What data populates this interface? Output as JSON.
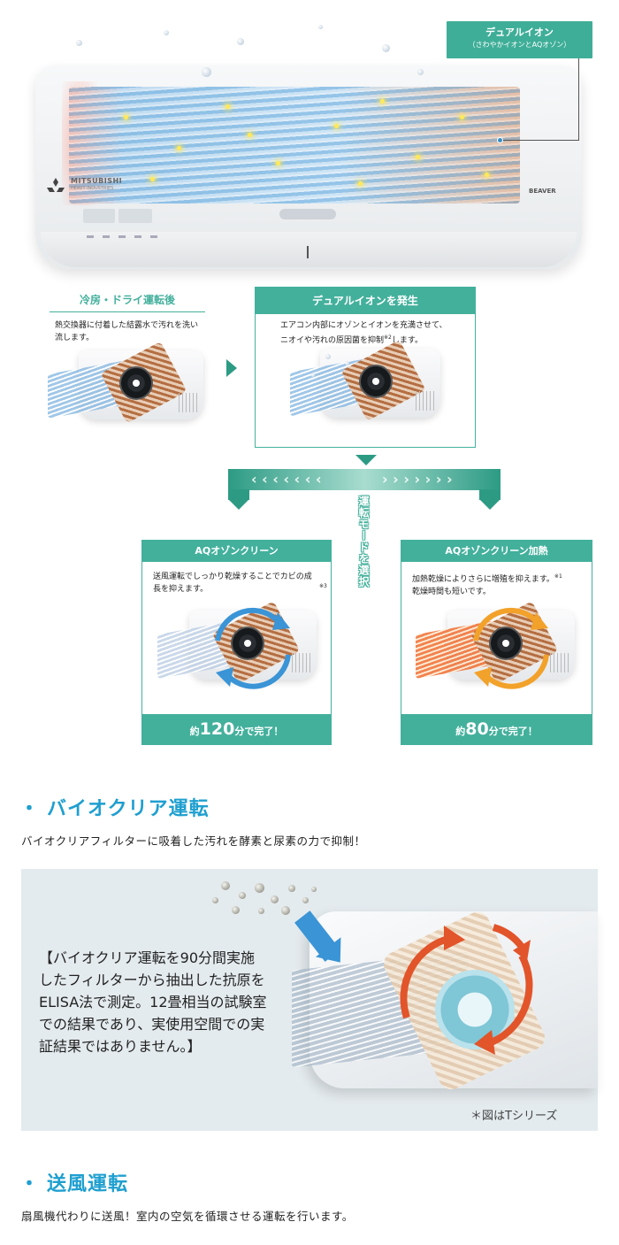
{
  "hero": {
    "callout_title": "デュアルイオン",
    "callout_sub": "（さわやかイオンとAQオゾン）",
    "brand": "MITSUBISHI",
    "brand_sub": "HEAVY INDUSTRIES",
    "model": "BEAVER"
  },
  "step1": {
    "title": "冷房・ドライ運転後",
    "text": "熱交換器に付着した結露水で汚れを洗い流します。"
  },
  "step2": {
    "title": "デュアルイオンを発生",
    "text_line1": "エアコン内部にオゾンとイオンを充満させて、",
    "text_line2": "ニオイや汚れの原因菌を抑制",
    "sup": "※2",
    "text_line2_end": "します。"
  },
  "flow": {
    "vertical_label": "運転モードを選択"
  },
  "mode_left": {
    "title": "AQオゾンクリーン",
    "text": "送風運転でしっかり乾燥することでカビの成長を抑えます。",
    "sup": "※3",
    "foot_prefix": "約",
    "foot_number": "120",
    "foot_suffix": "分で完了！"
  },
  "mode_right": {
    "title": "AQオゾンクリーン加熱",
    "text_line1": "加熱乾燥によりさらに増殖を抑えます。",
    "sup": "※1",
    "text_line2": "乾燥時間も短いです。",
    "foot_prefix": "約",
    "foot_number": "80",
    "foot_suffix": "分で完了！"
  },
  "bio": {
    "title": "バイオクリア運転",
    "desc": "バイオクリアフィルターに吸着した汚れを酵素と尿素の力で抑制！",
    "panel_text": "【バイオクリア運転を90分間実施したフィルターから抽出した抗原をELISA法で測定。12畳相当の試験室での結果であり、実使用空間での実証結果ではありません。】",
    "caption": "＊図はTシリーズ"
  },
  "fan": {
    "title": "送風運転",
    "desc": "扇風機代わりに送風！室内の空気を循環させる運転を行います。"
  },
  "colors": {
    "teal": "#43b09c",
    "blue_heading": "#1f9fd0"
  }
}
